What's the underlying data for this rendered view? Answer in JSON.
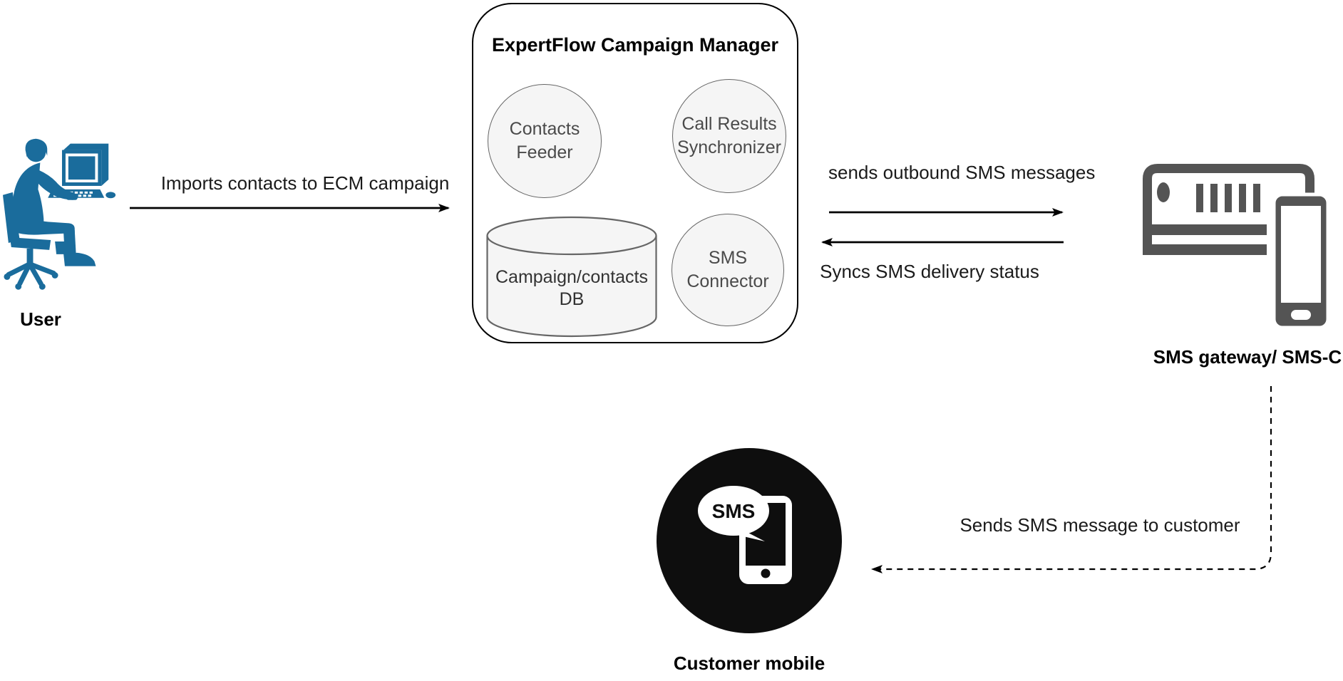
{
  "colors": {
    "user_blue": "#1A6C9C",
    "gateway_gray": "#545454",
    "customer_black": "#0E0E0E",
    "node_fill": "#F5F5F5",
    "node_stroke": "#666666",
    "arrow_black": "#000000"
  },
  "actors": {
    "user": {
      "label": "User",
      "icon": "user-at-computer-icon"
    },
    "gateway": {
      "label": "SMS gateway/ SMS-C",
      "icon": "sms-gateway-modem-phone-icon"
    },
    "customer": {
      "label": "Customer mobile",
      "icon": "customer-mobile-sms-icon",
      "bubble_text": "SMS"
    }
  },
  "ecm": {
    "title": "ExpertFlow Campaign Manager",
    "nodes": {
      "contacts_feeder": {
        "line1": "Contacts",
        "line2": "Feeder"
      },
      "call_results_synchronizer": {
        "line1": "Call Results",
        "line2": "Synchronizer"
      },
      "campaign_contacts_db": {
        "line1": "Campaign/contacts",
        "line2": "DB"
      },
      "sms_connector": {
        "line1": "SMS",
        "line2": "Connector"
      }
    }
  },
  "flows": {
    "imports_contacts": "Imports contacts to ECM campaign",
    "outbound_sms": "sends outbound SMS messages",
    "sync_delivery": "Syncs SMS delivery status",
    "send_to_customer": "Sends SMS message to customer"
  }
}
